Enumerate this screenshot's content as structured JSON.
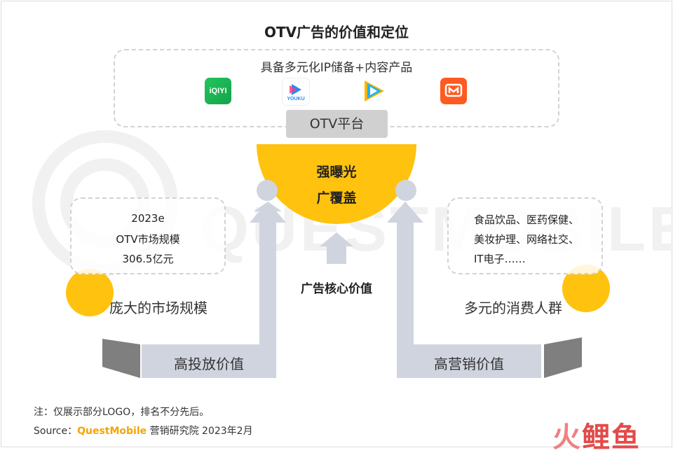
{
  "title": "OTV广告的价值和定位",
  "ip_content": "具备多元化IP储备+内容产品",
  "logos": [
    {
      "icon": "iqiyi-logo",
      "text": "iQIYI"
    },
    {
      "icon": "youku-logo",
      "text": "YOUKU"
    },
    {
      "icon": "tencent-video-logo",
      "text": ""
    },
    {
      "icon": "mango-tv-logo",
      "text": ""
    }
  ],
  "platform": "OTV平台",
  "core": {
    "line1": "强曝光",
    "line2": "广覆盖",
    "label": "广告核心价值"
  },
  "market": {
    "year": "2023e",
    "metric": "OTV市场规模",
    "value": "306.5亿元",
    "label": "庞大的市场规模"
  },
  "consumers": {
    "line1": "食品饮品、医药保健、",
    "line2": "美妆护理、网络社交、",
    "line3": "IT电子……",
    "label": "多元的消费人群"
  },
  "left_base": "高投放价值",
  "right_base": "高营销价值",
  "note": "注：仅展示部分LOGO，排名不分先后。",
  "source": {
    "prefix": "Source：",
    "brand": "QuestMobile",
    "suffix": " 营销研究院 2023年2月"
  },
  "watermark_text": "QUESTMOBILE",
  "corner_brand": {
    "part1": "火",
    "part2": "鲤鱼"
  },
  "colors": {
    "yellow": "#ffc20e",
    "gray_arrow": "#d0d4df",
    "dark_gray": "#7f7f7f",
    "brand_orange": "#f5a400"
  }
}
